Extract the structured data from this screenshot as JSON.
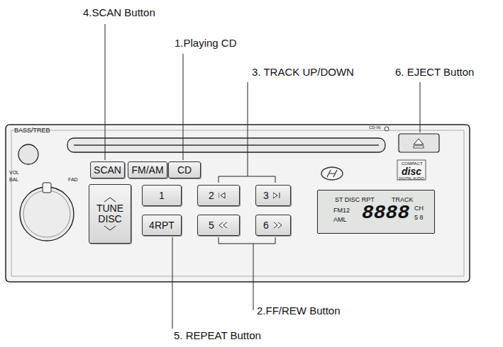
{
  "diagram": {
    "nodes": [
      {
        "text": [
          "SCAN"
        ]
      },
      {
        "text": [
          "FM/AM"
        ]
      },
      {
        "text": [
          "CD"
        ]
      },
      {
        "text": [
          "TUNE DISC"
        ]
      },
      {
        "text": [
          "1"
        ]
      },
      {
        "text": [
          "2"
        ]
      },
      {
        "text": [
          "3"
        ]
      },
      {
        "text": [
          "4RPT"
        ]
      },
      {
        "text": [
          "5"
        ]
      },
      {
        "text": [
          "6"
        ]
      },
      {
        "text": [
          "ST DISC RPT",
          "TRACK",
          "FM12",
          "AML",
          "8888",
          "CH",
          "5 8"
        ]
      }
    ],
    "labels": [
      "4.SCAN Button",
      "1.Playing CD",
      "3. TRACK UP/DOWN",
      "6. EJECT Button",
      "BASS/TREB",
      "CD-IN",
      "COMPACT",
      "disc",
      "DIGITAL AUDIO",
      "VOL",
      "BAL",
      "FAD",
      "2.FF/REW Button",
      "5. REPEAT Button"
    ]
  }
}
